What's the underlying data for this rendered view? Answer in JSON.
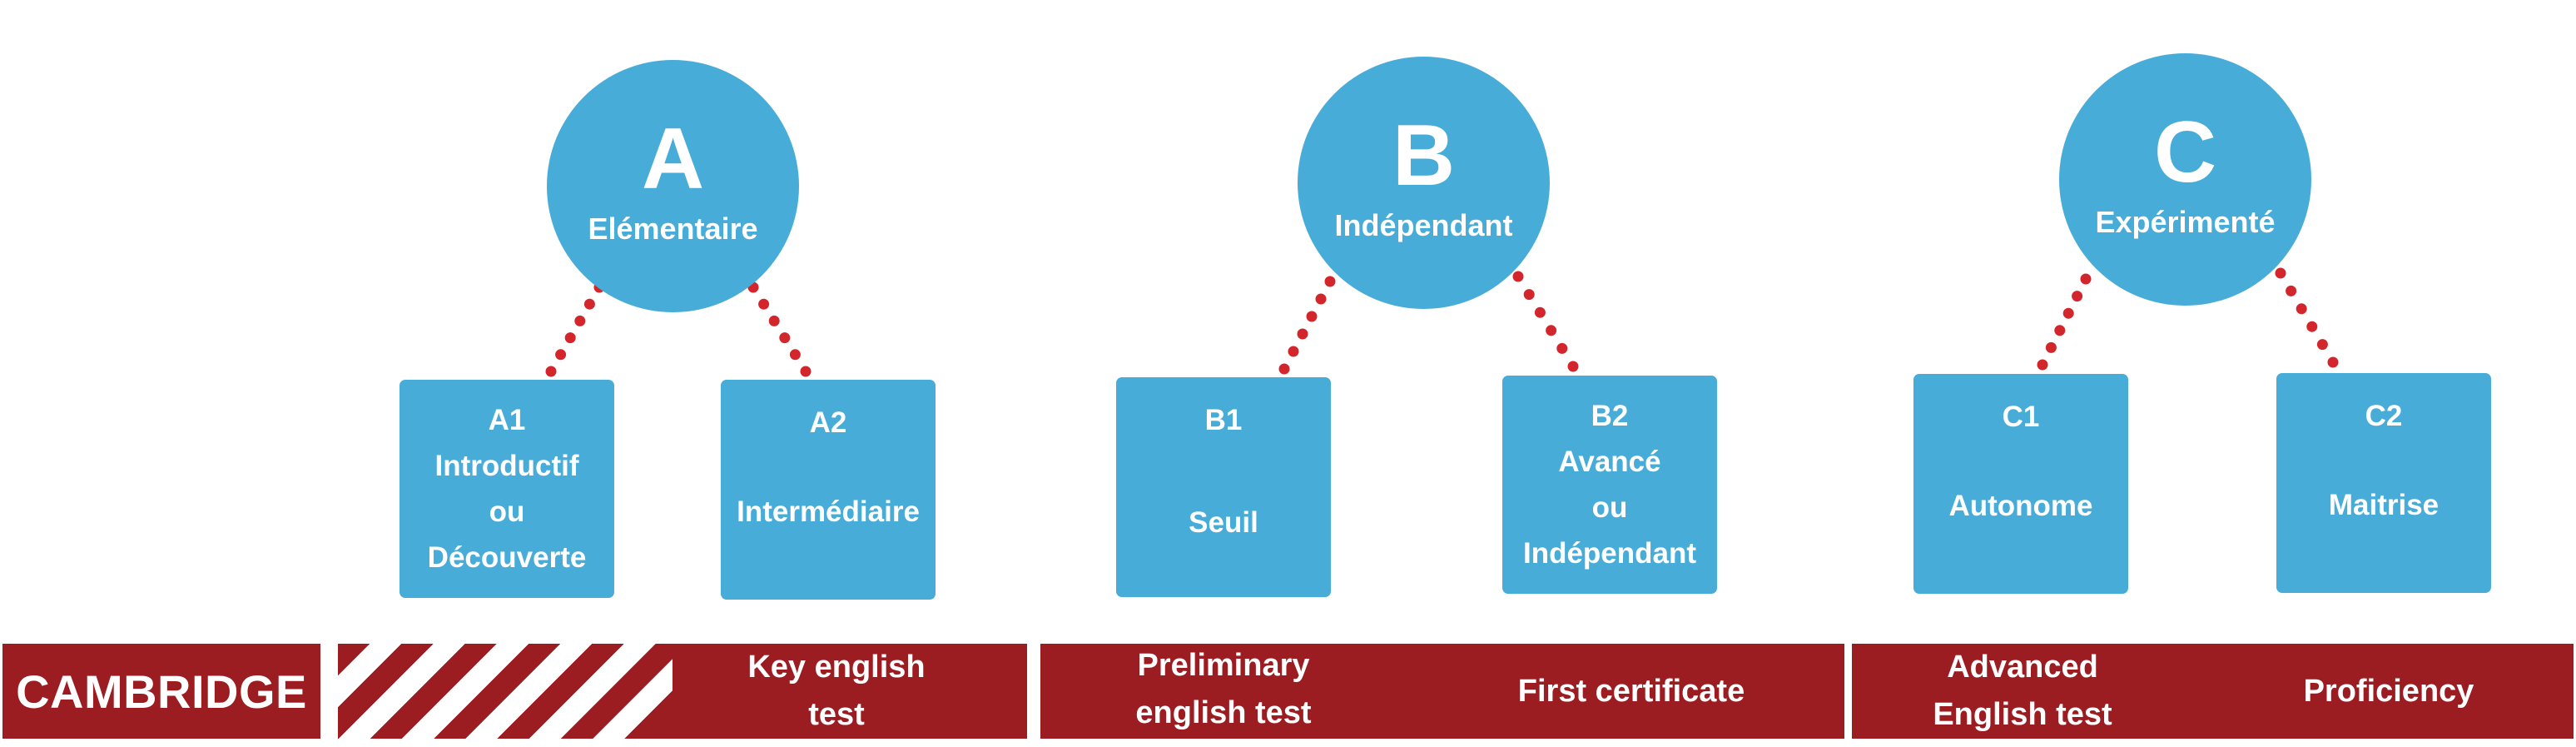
{
  "levels": {
    "a": {
      "letter": "A",
      "name": "Elémentaire"
    },
    "b": {
      "letter": "B",
      "name": "Indépendant"
    },
    "c": {
      "letter": "C",
      "name": "Expérimenté"
    }
  },
  "sublevels": {
    "a1": {
      "code": "A1",
      "lines": [
        "Introductif",
        "ou",
        "Découverte"
      ]
    },
    "a2": {
      "code": "A2",
      "name": "Intermédiaire"
    },
    "b1": {
      "code": "B1",
      "name": "Seuil"
    },
    "b2": {
      "code": "B2",
      "lines": [
        "Avancé",
        "ou",
        "Indépendant"
      ]
    },
    "c1": {
      "code": "C1",
      "name": "Autonome"
    },
    "c2": {
      "code": "C2",
      "name": "Maitrise"
    }
  },
  "cambridge": {
    "label": "CAMBRIDGE",
    "ket": [
      "Key english",
      "test"
    ],
    "pet": [
      "Preliminary",
      "english test"
    ],
    "fce": "First certificate",
    "cae": [
      "Advanced",
      "English test"
    ],
    "cpe": "Proficiency"
  },
  "colors": {
    "circle": "#48acd8",
    "box": "#48acd8",
    "band": "#9b1c21",
    "dots": "#d3262c"
  }
}
